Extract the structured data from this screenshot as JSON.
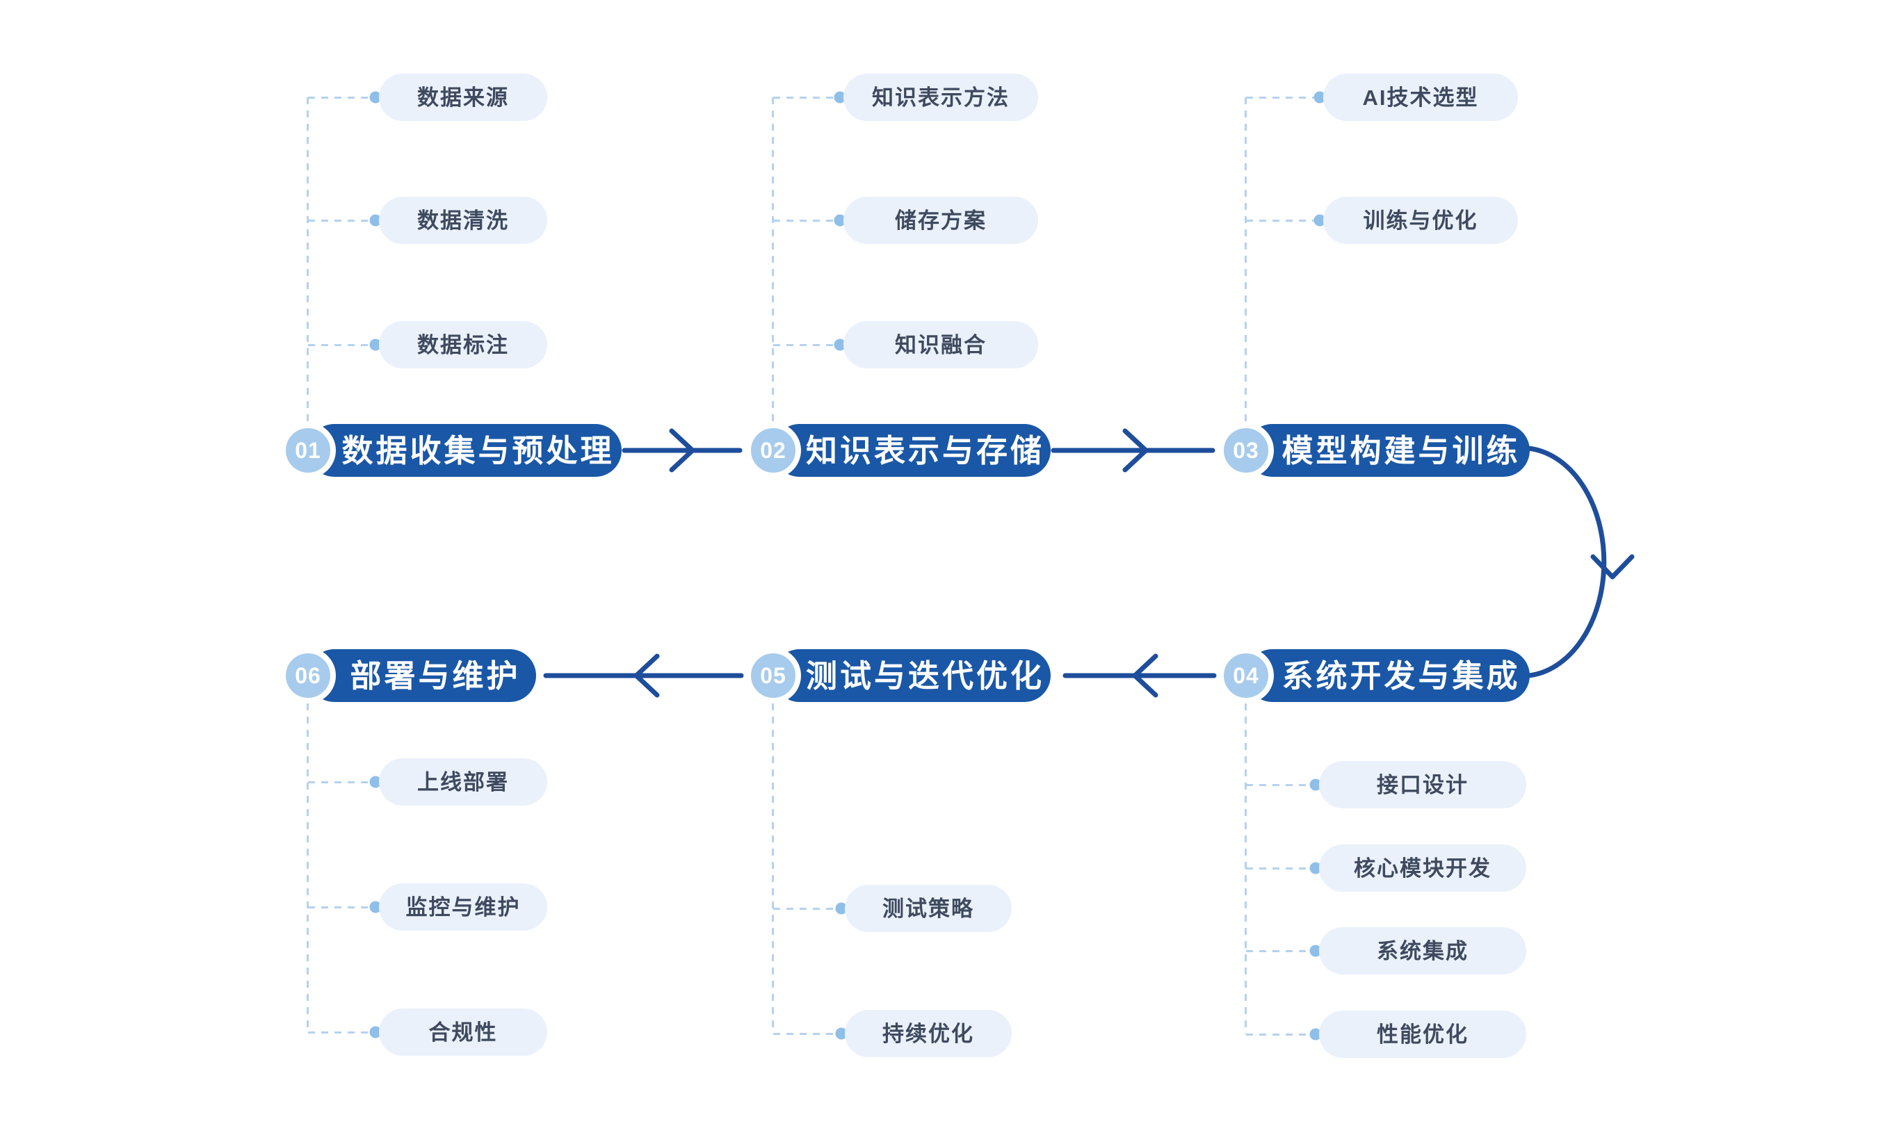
{
  "diagram_type": "process-flow",
  "colors": {
    "background": "#ffffff",
    "stage_pill_bg": "#1a57a6",
    "stage_text": "#ffffff",
    "badge_bg": "#a7cbec",
    "badge_ring": "#ffffff",
    "badge_text": "#ffffff",
    "arrow": "#1e4d9b",
    "sub_pill_bg": "#eaf1fb",
    "sub_text": "#3f4a5f",
    "dash_line": "#b5d2ee",
    "dot": "#8fbfe8"
  },
  "stages": [
    {
      "number": "01",
      "label": "数据收集与预处理",
      "sub_items": [
        "数据来源",
        "数据清洗",
        "数据标注"
      ]
    },
    {
      "number": "02",
      "label": "知识表示与存储",
      "sub_items": [
        "知识表示方法",
        "储存方案",
        "知识融合"
      ]
    },
    {
      "number": "03",
      "label": "模型构建与训练",
      "sub_items": [
        "AI技术选型",
        "训练与优化"
      ]
    },
    {
      "number": "04",
      "label": "系统开发与集成",
      "sub_items": [
        "接口设计",
        "核心模块开发",
        "系统集成",
        "性能优化"
      ]
    },
    {
      "number": "05",
      "label": "测试与迭代优化",
      "sub_items": [
        "测试策略",
        "持续优化"
      ]
    },
    {
      "number": "06",
      "label": "部署与维护",
      "sub_items": [
        "上线部署",
        "监控与维护",
        "合规性"
      ]
    }
  ]
}
